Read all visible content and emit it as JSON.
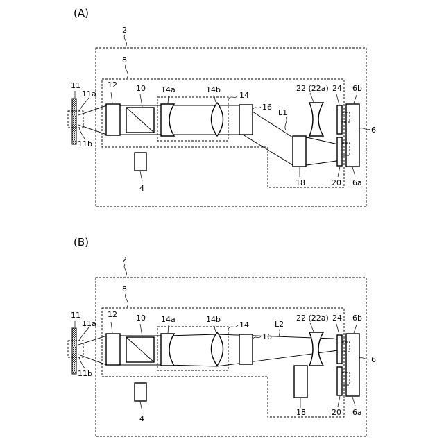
{
  "panels": [
    {
      "label": "(A)",
      "refs": {
        "r2": "2",
        "r8": "8",
        "r11": "11",
        "r11a": "11a",
        "r11b": "11b",
        "r12": "12",
        "r10": "10",
        "r14a": "14a",
        "r14b": "14b",
        "r14": "14",
        "r16": "16",
        "rL": "L1",
        "r22": "22 (22a)",
        "r24": "24",
        "r6b": "6b",
        "r6": "6",
        "r6a": "6a",
        "r18": "18",
        "r20": "20",
        "r4": "4"
      }
    },
    {
      "label": "(B)",
      "refs": {
        "r2": "2",
        "r8": "8",
        "r11": "11",
        "r11a": "11a",
        "r11b": "11b",
        "r12": "12",
        "r10": "10",
        "r14a": "14a",
        "r14b": "14b",
        "r14": "14",
        "r16": "16",
        "rL": "L2",
        "r22": "22 (22a)",
        "r24": "24",
        "r6b": "6b",
        "r6": "6",
        "r6a": "6a",
        "r18": "18",
        "r20": "20",
        "r4": "4"
      }
    }
  ]
}
